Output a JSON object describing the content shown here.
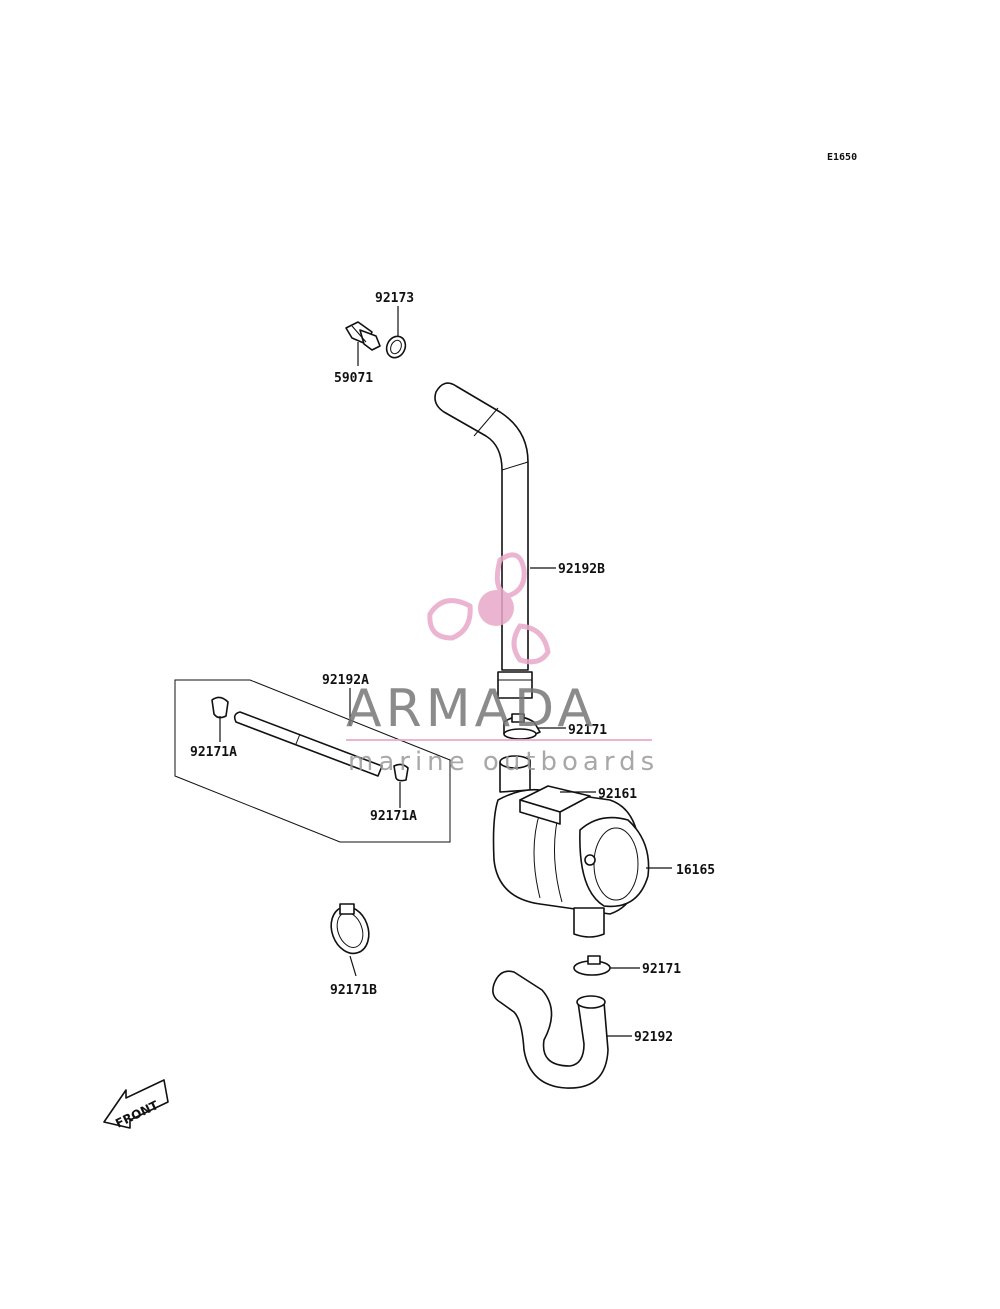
{
  "diagram_code": "E1650",
  "labels": {
    "p92173": "92173",
    "p59071": "59071",
    "p92192B": "92192B",
    "p92192A": "92192A",
    "p92171_top": "92171",
    "p92171A_left": "92171A",
    "p92171A_bottom": "92171A",
    "p92161": "92161",
    "p16165": "16165",
    "p92171B": "92171B",
    "p92171_bottom": "92171",
    "p92192": "92192"
  },
  "front_label": "FRONT",
  "watermark": {
    "brand": "ARMADA",
    "tagline": "marine outboards",
    "color_pink": "#e8a9c9",
    "color_gray": "#777777"
  }
}
